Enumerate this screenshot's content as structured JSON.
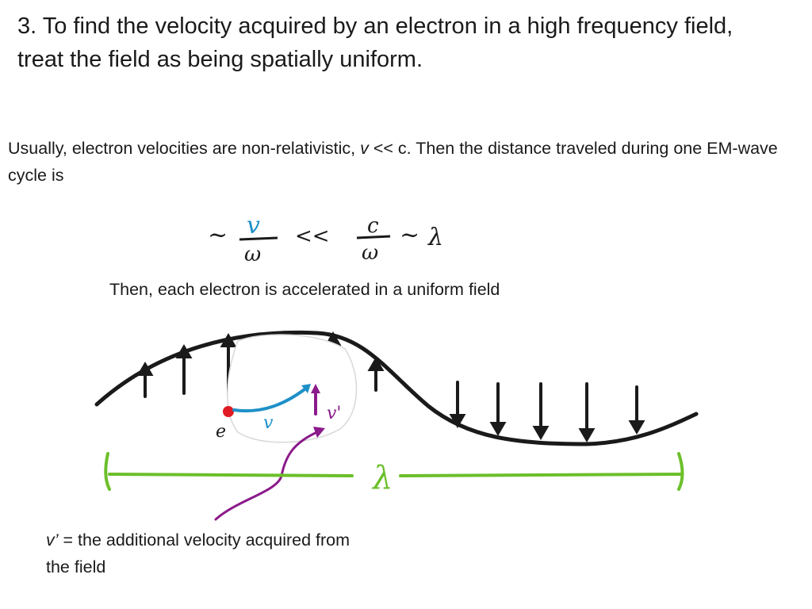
{
  "slide": {
    "title": "3.  To find the velocity acquired by an electron in a high frequency field, treat the field as being spatially uniform.",
    "intro": {
      "part1": "Usually, electron velocities are non-relativistic, ",
      "v": "v",
      "part2": " << c.  Then the distance traveled during one EM-wave cycle is"
    },
    "equation": {
      "tilde_left": "~",
      "v_numerator": "v",
      "omega_1": "ω",
      "much_less": "<<",
      "c_numerator": "c",
      "omega_2": "ω",
      "tilde_right": "~",
      "lambda": "λ"
    },
    "mid_text": "Then, each electron is accelerated in a uniform field",
    "diagram": {
      "electron_label": "e",
      "velocity_label": "v",
      "added_velocity_label": "v'",
      "wavelength_label": "λ"
    },
    "caption": {
      "v_prime": "v’",
      "rest": " = the additional velocity acquired from the field"
    }
  },
  "colors": {
    "text": "#1a1a1a",
    "blue_ink": "#1e90c8",
    "purple_ink": "#8b1a8b",
    "green_ink": "#6cbf2a",
    "red_dot": "#e01b24"
  }
}
